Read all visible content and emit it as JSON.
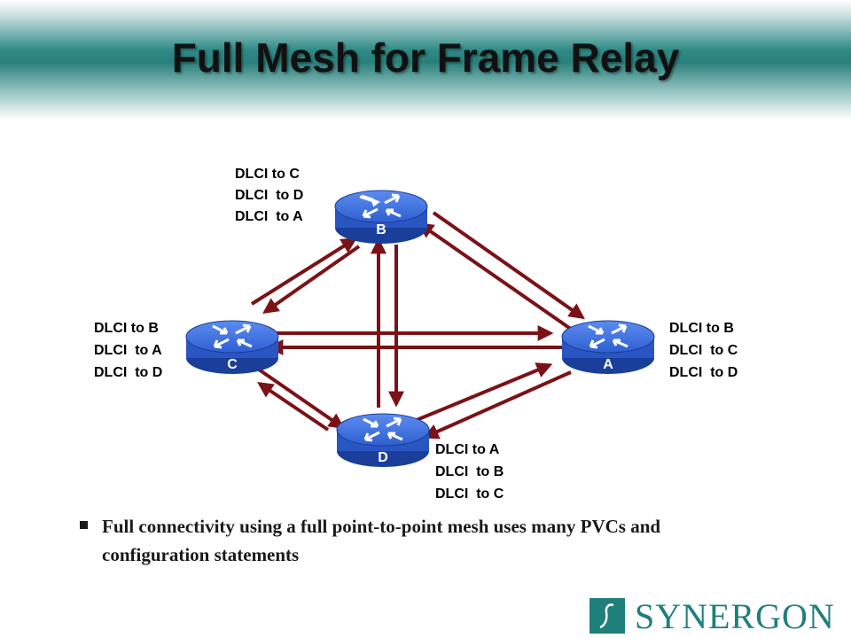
{
  "slide": {
    "title": "Full Mesh for Frame Relay",
    "bullet": "Full connectivity using a full point-to-point mesh uses many PVCs and configuration statements"
  },
  "routers": {
    "B": {
      "label": "B",
      "dlci": [
        "DLCI to C",
        "DLCI  to D",
        "DLCI  to A"
      ]
    },
    "C": {
      "label": "C",
      "dlci": [
        "DLCI to B",
        "DLCI  to A",
        "DLCI  to D"
      ]
    },
    "A": {
      "label": "A",
      "dlci": [
        "DLCI to B",
        "DLCI  to C",
        "DLCI  to D"
      ]
    },
    "D": {
      "label": "D",
      "dlci": [
        "DLCI to A",
        "DLCI  to B",
        "DLCI  to C"
      ]
    }
  },
  "logo": {
    "text": "SYNERGON",
    "mark": "ʃ"
  },
  "colors": {
    "header_teal": "#2a7f7b",
    "router_blue": "#2f5fd0",
    "link": "#7a1216",
    "brand": "#1f7f7a"
  }
}
